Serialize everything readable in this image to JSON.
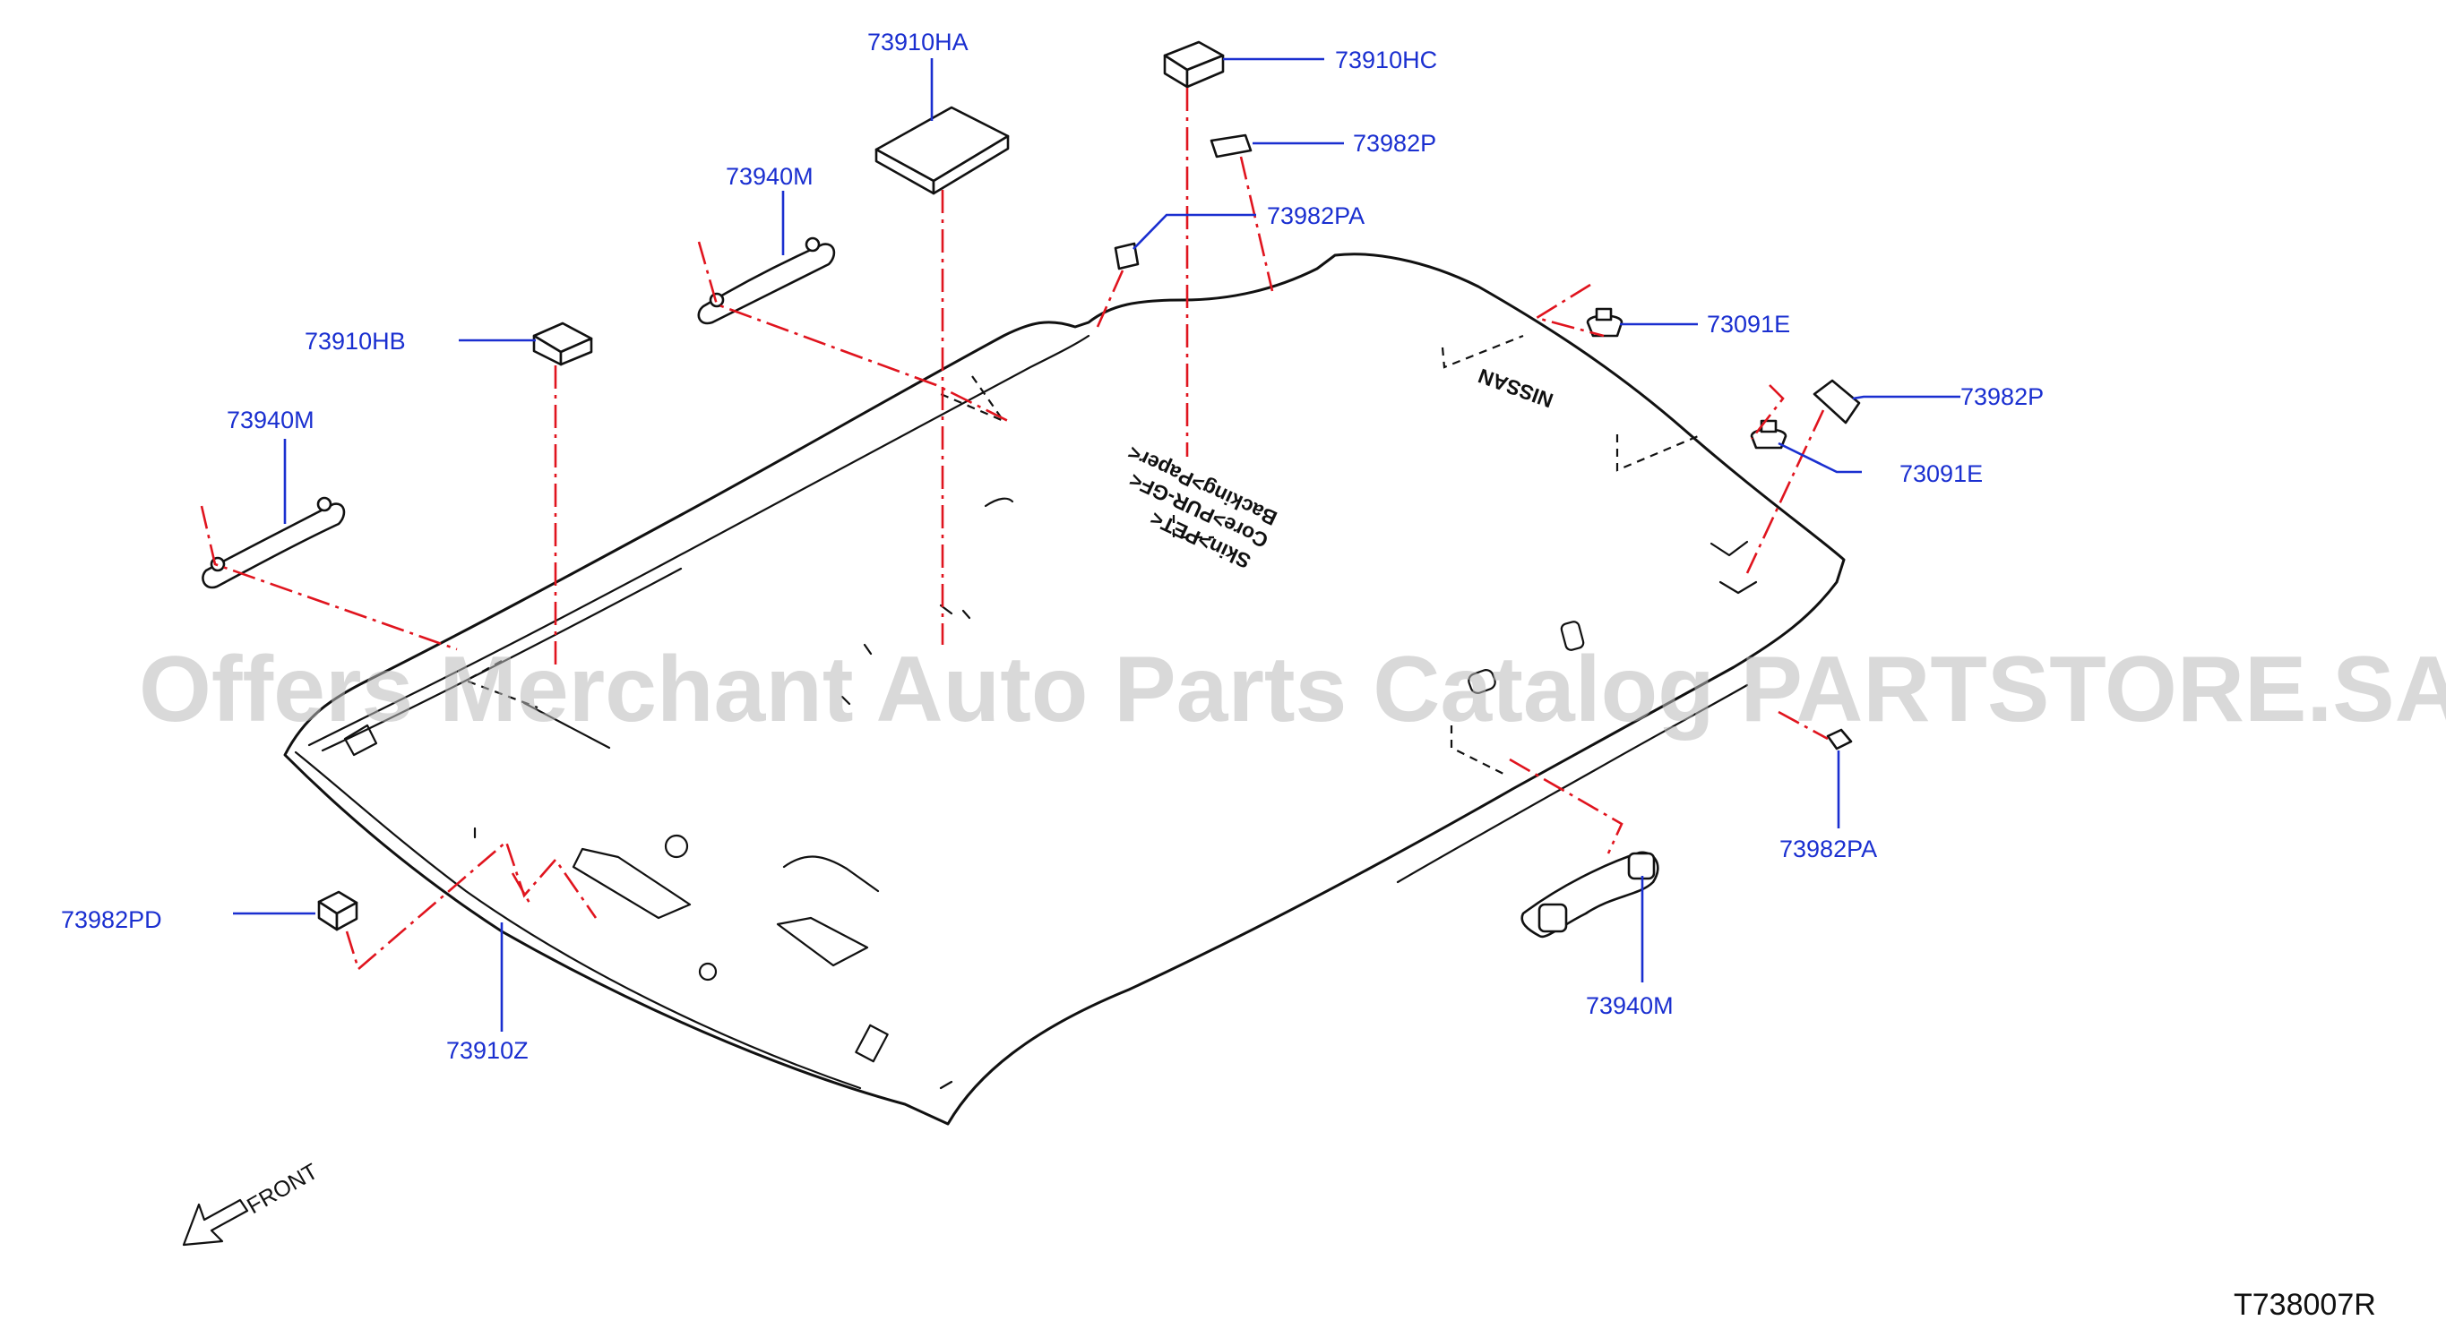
{
  "watermark": "Offers Merchant Auto Parts Catalog PARTSTORE.SA",
  "drawing_number": "T738007R",
  "direction_label": "FRONT",
  "brand_mark": "NISSAN",
  "headliner_print": {
    "line1": "Backing>Paper<",
    "line2": "Core>PUR-GF<",
    "line3": "Skin>PET<"
  },
  "callouts": [
    "73910HA",
    "73910HC",
    "73982P",
    "73982PA",
    "73940M",
    "73910HB",
    "73940M",
    "73091E",
    "73982P",
    "73091E",
    "73982PA",
    "73982PD",
    "73910Z",
    "73940M"
  ],
  "colors": {
    "callout_text": "#1a2fd0",
    "reference_line": "#e0141e",
    "outline": "#111111",
    "watermark": "#b9b9b9"
  }
}
